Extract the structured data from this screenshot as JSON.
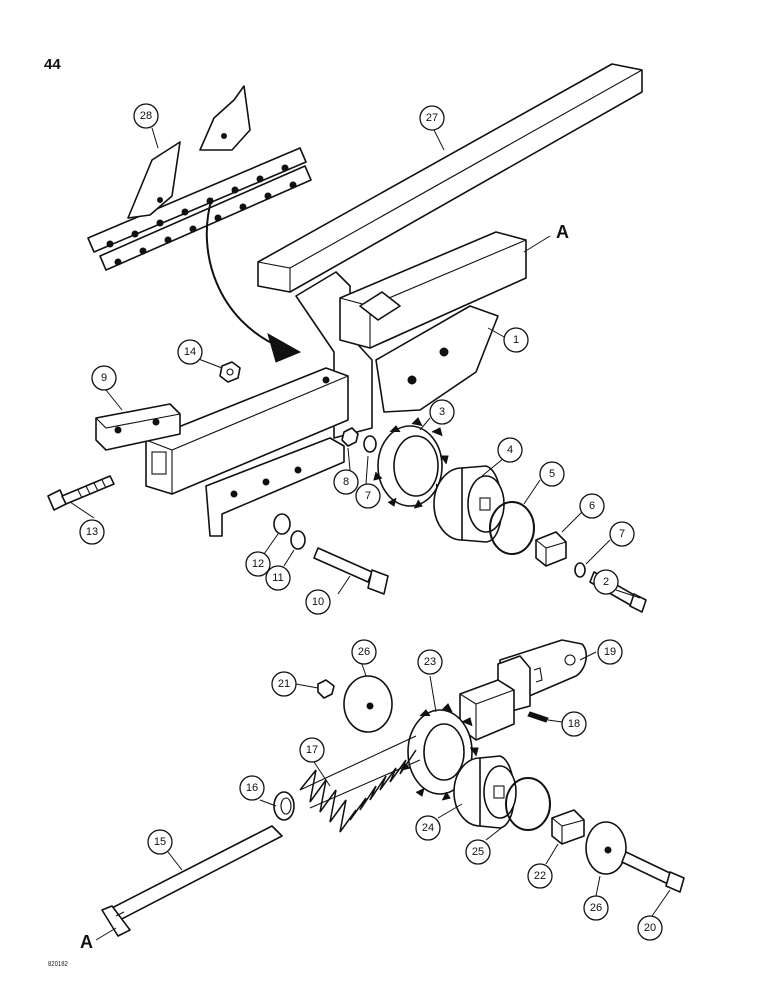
{
  "page_number": "44",
  "figure_code": "820182",
  "reference_letter": "A",
  "callouts": [
    "1",
    "2",
    "3",
    "4",
    "5",
    "6",
    "7",
    "7",
    "8",
    "9",
    "10",
    "11",
    "12",
    "13",
    "14",
    "15",
    "16",
    "17",
    "18",
    "19",
    "20",
    "21",
    "22",
    "23",
    "24",
    "25",
    "26",
    "26",
    "27",
    "28"
  ]
}
